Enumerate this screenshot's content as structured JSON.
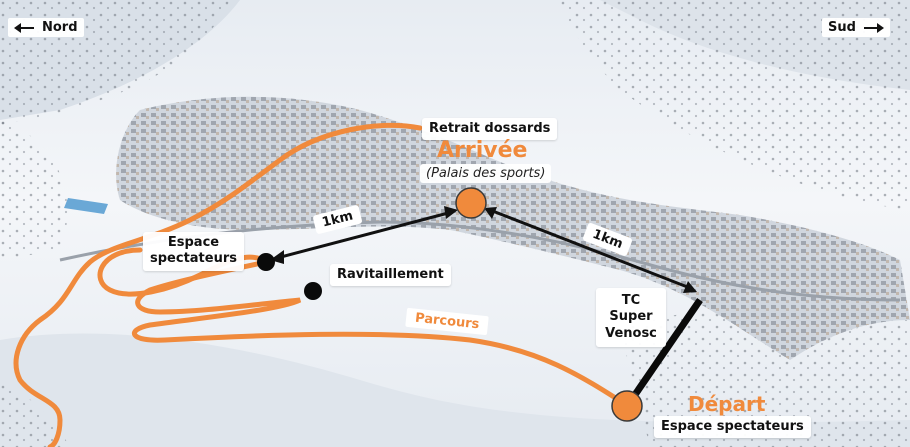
{
  "compass": {
    "north": "Nord",
    "south": "Sud"
  },
  "labels": {
    "retrait": "Retrait dossards",
    "arrivee": "Arrivée",
    "palais": "(Palais des sports)",
    "espace_spectateurs_line1": "Espace",
    "espace_spectateurs_line2": "spectateurs",
    "ravitaillement": "Ravitaillement",
    "parcours": "Parcours",
    "tc_line1": "TC",
    "tc_line2": "Super",
    "tc_line3": "Venosc",
    "depart": "Départ",
    "depart_espace": "Espace spectateurs"
  },
  "distances": {
    "d1": "1km",
    "d2": "1km"
  },
  "colors": {
    "accent": "#f08a3c",
    "marker_black": "#0a0a0a",
    "snow": "#eef2f6"
  }
}
